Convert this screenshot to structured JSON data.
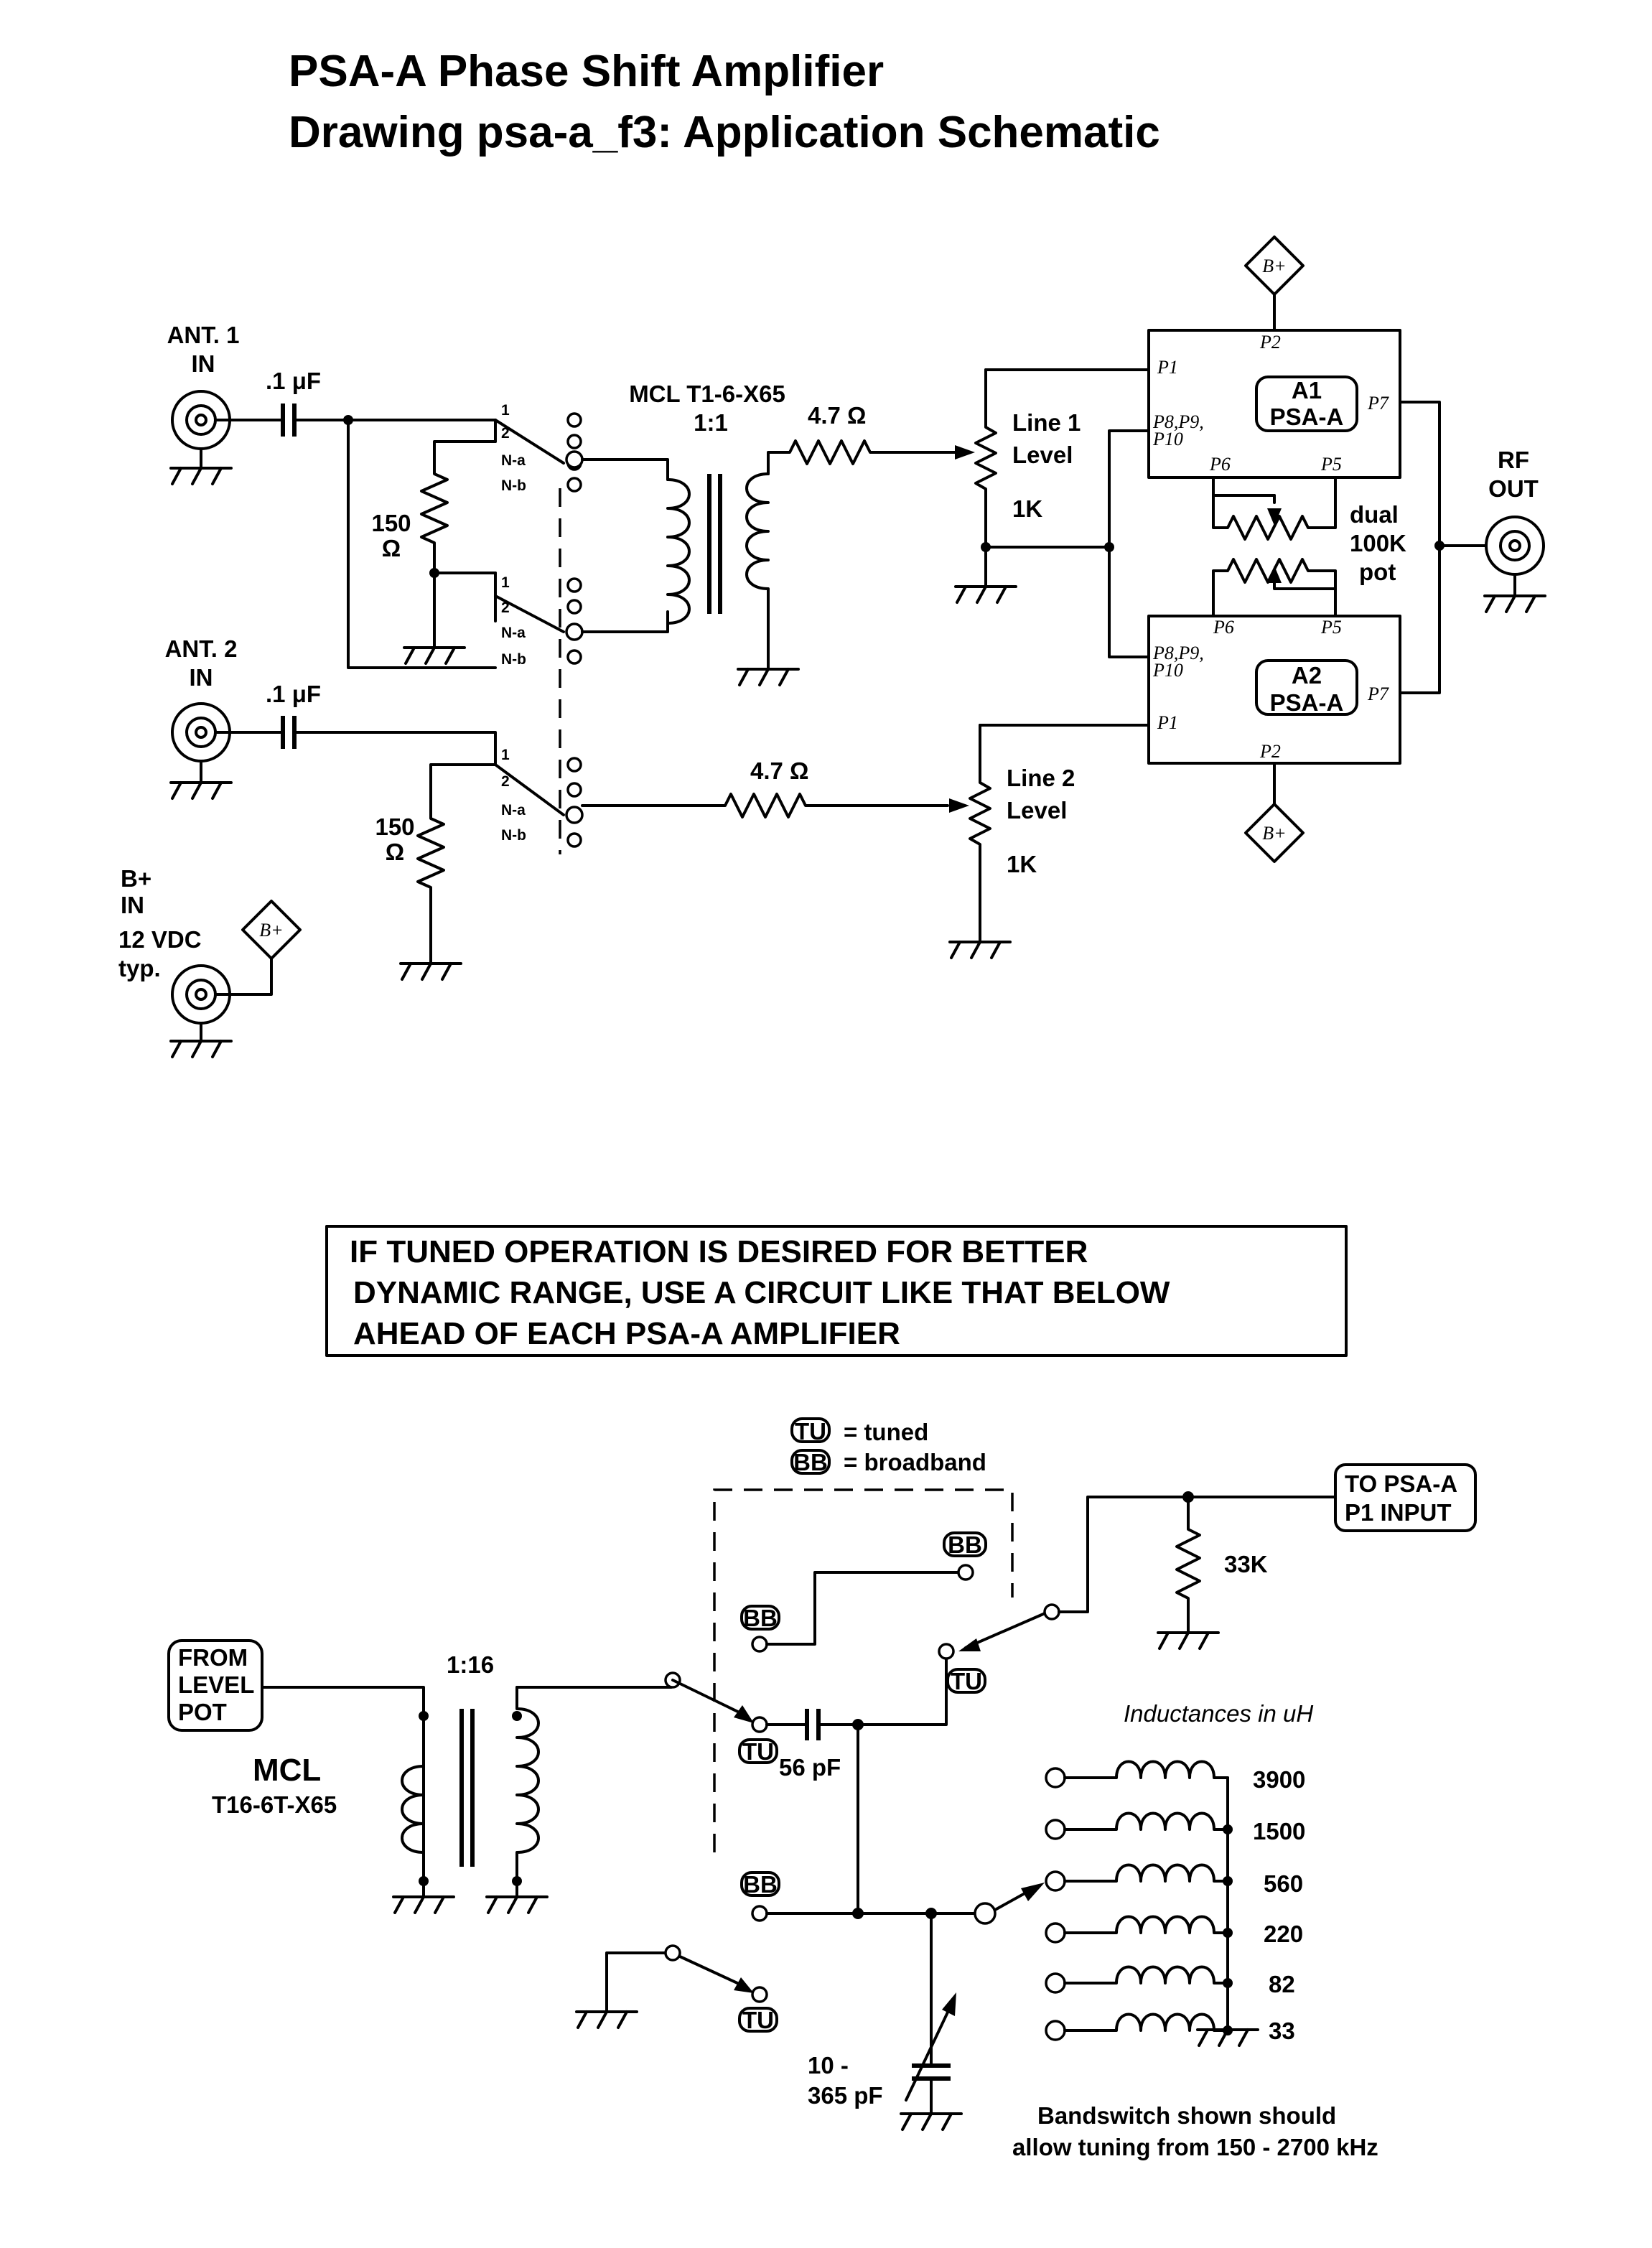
{
  "title": {
    "line1": "PSA-A  Phase  Shift  Amplifier",
    "line2": "Drawing psa-a_f3:  Application  Schematic"
  },
  "upper": {
    "ant1": [
      "ANT. 1",
      "IN"
    ],
    "ant2": [
      "ANT. 2",
      "IN"
    ],
    "cap1": ".1 μF",
    "cap2": ".1 μF",
    "r150a": [
      "150",
      "Ω"
    ],
    "r150b": [
      "150",
      "Ω"
    ],
    "transformer": [
      "MCL T1-6-X65",
      "1:1"
    ],
    "r47a": "4.7 Ω",
    "r47b": "4.7 Ω",
    "pot1": [
      "Line 1",
      "Level",
      "1K"
    ],
    "pot2": [
      "Line 2",
      "Level",
      "1K"
    ],
    "switch_labels": [
      "1",
      "2",
      "N-a",
      "N-b"
    ],
    "a1": {
      "name": "A1",
      "type": "PSA-A",
      "pins": [
        "P1",
        "P2",
        "P8,P9,",
        "P10",
        "P6",
        "P5",
        "P7"
      ]
    },
    "a2": {
      "name": "A2",
      "type": "PSA-A",
      "pins": [
        "P1",
        "P2",
        "P8,P9,",
        "P10",
        "P6",
        "P5",
        "P7"
      ]
    },
    "dual_pot": [
      "dual",
      "100K",
      "pot"
    ],
    "rf_out": [
      "RF",
      "OUT"
    ],
    "bplus_in": [
      "B+",
      "IN",
      "12 VDC",
      "typ."
    ],
    "bplus": "B+"
  },
  "note": [
    "IF  TUNED  OPERATION  IS DESIRED  FOR  BETTER",
    "DYNAMIC  RANGE,  USE  A  CIRCUIT  LIKE  THAT  BELOW",
    "AHEAD  OF  EACH  PSA-A  AMPLIFIER"
  ],
  "lower": {
    "legend": {
      "tu_badge": "TU",
      "tu_text": "= tuned",
      "bb_badge": "BB",
      "bb_text": "= broadband"
    },
    "from_pot": [
      "FROM",
      "LEVEL",
      "POT"
    ],
    "ratio": "1:16",
    "mcl": [
      "MCL",
      "T16-6T-X65"
    ],
    "to_psa": [
      "TO PSA-A",
      "P1 INPUT"
    ],
    "r33k": "33K",
    "cap56": "56 pF",
    "varcap": [
      "10 -",
      "365 pF"
    ],
    "inductance_title": "Inductances in uH",
    "inductances": [
      "3900",
      "1500",
      "560",
      "220",
      "82",
      "33"
    ],
    "bandswitch": [
      "Bandswitch shown should",
      "allow tuning from 150 - 2700 kHz"
    ],
    "tu": "TU",
    "bb": "BB"
  }
}
